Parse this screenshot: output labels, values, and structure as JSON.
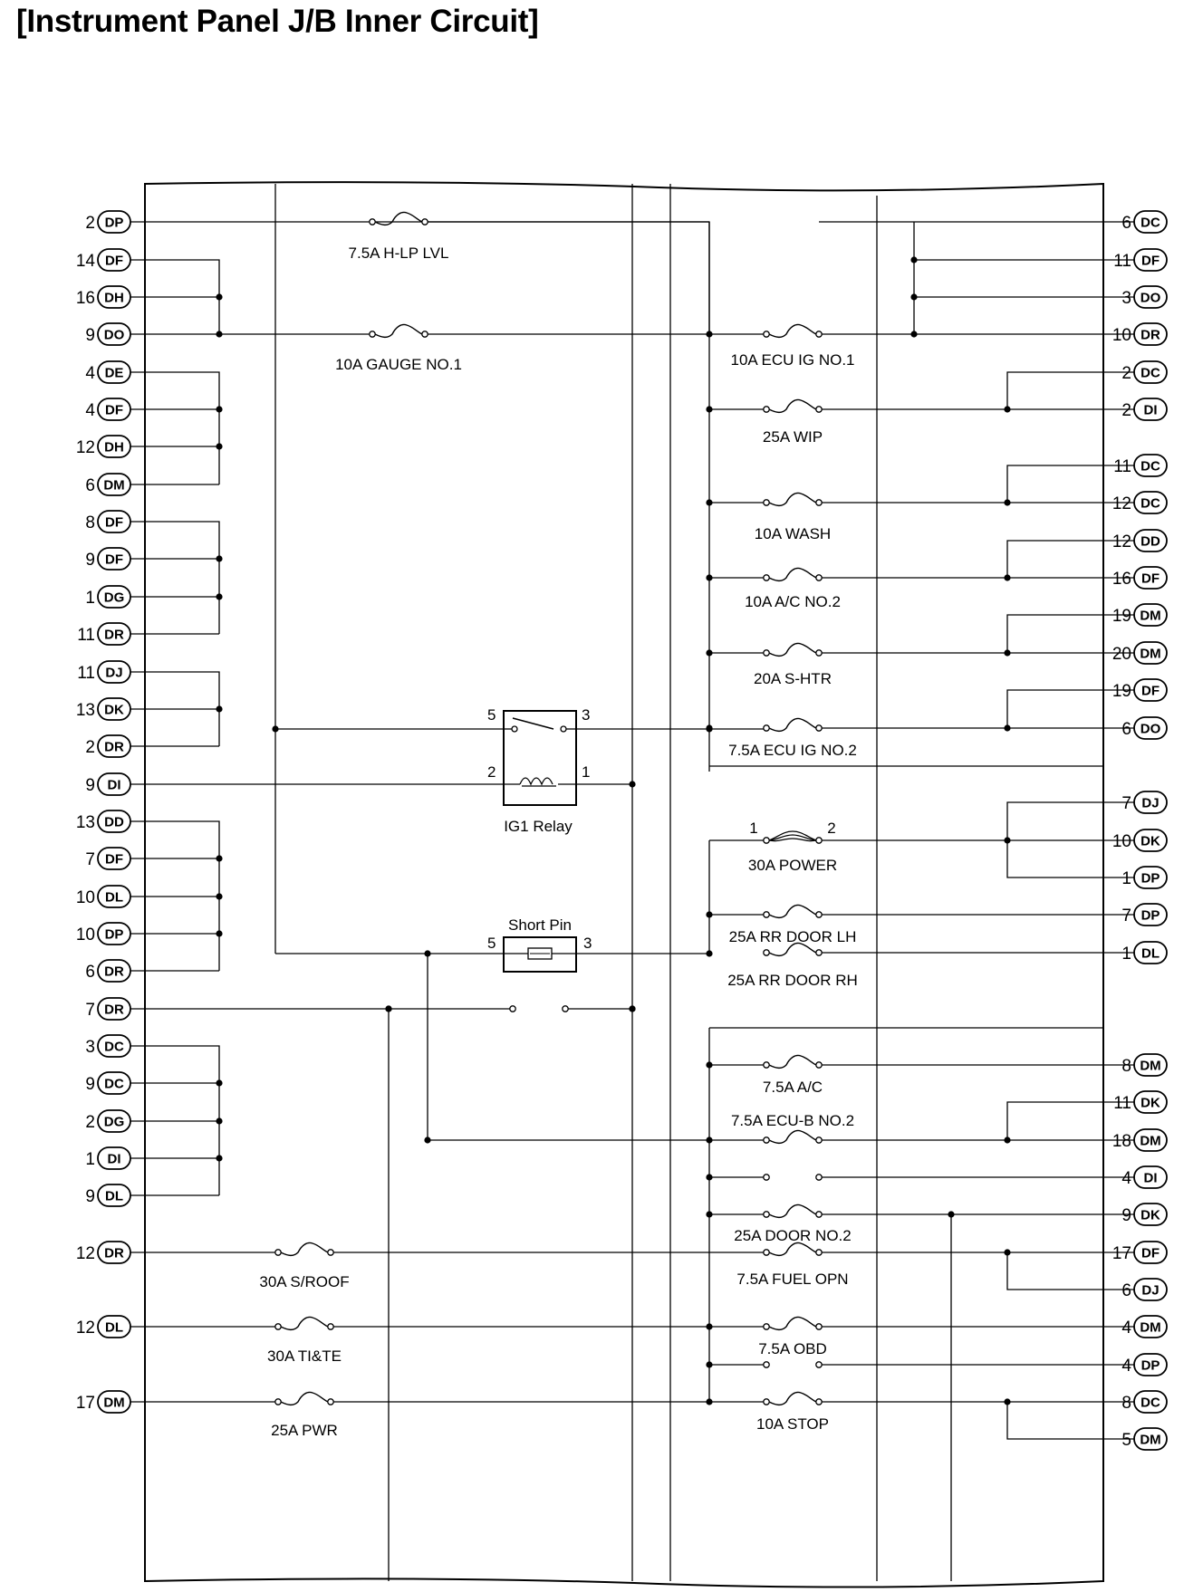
{
  "title": "[Instrument Panel J/B Inner Circuit]",
  "colors": {
    "line": "#000000",
    "background": "#ffffff"
  },
  "left_pins": [
    {
      "pin": "2",
      "conn": "DP"
    },
    {
      "pin": "14",
      "conn": "DF"
    },
    {
      "pin": "16",
      "conn": "DH"
    },
    {
      "pin": "9",
      "conn": "DO"
    },
    {
      "pin": "4",
      "conn": "DE"
    },
    {
      "pin": "4",
      "conn": "DF"
    },
    {
      "pin": "12",
      "conn": "DH"
    },
    {
      "pin": "6",
      "conn": "DM"
    },
    {
      "pin": "8",
      "conn": "DF"
    },
    {
      "pin": "9",
      "conn": "DF"
    },
    {
      "pin": "1",
      "conn": "DG"
    },
    {
      "pin": "11",
      "conn": "DR"
    },
    {
      "pin": "11",
      "conn": "DJ"
    },
    {
      "pin": "13",
      "conn": "DK"
    },
    {
      "pin": "2",
      "conn": "DR"
    },
    {
      "pin": "9",
      "conn": "DI"
    },
    {
      "pin": "13",
      "conn": "DD"
    },
    {
      "pin": "7",
      "conn": "DF"
    },
    {
      "pin": "10",
      "conn": "DL"
    },
    {
      "pin": "10",
      "conn": "DP"
    },
    {
      "pin": "6",
      "conn": "DR"
    },
    {
      "pin": "7",
      "conn": "DR"
    },
    {
      "pin": "3",
      "conn": "DC"
    },
    {
      "pin": "9",
      "conn": "DC"
    },
    {
      "pin": "2",
      "conn": "DG"
    },
    {
      "pin": "1",
      "conn": "DI"
    },
    {
      "pin": "9",
      "conn": "DL"
    },
    {
      "pin": "12",
      "conn": "DR"
    },
    {
      "pin": "12",
      "conn": "DL"
    },
    {
      "pin": "17",
      "conn": "DM"
    }
  ],
  "right_pins": [
    {
      "pin": "6",
      "conn": "DC"
    },
    {
      "pin": "11",
      "conn": "DF"
    },
    {
      "pin": "3",
      "conn": "DO"
    },
    {
      "pin": "10",
      "conn": "DR"
    },
    {
      "pin": "2",
      "conn": "DC"
    },
    {
      "pin": "2",
      "conn": "DI"
    },
    {
      "pin": "11",
      "conn": "DC"
    },
    {
      "pin": "12",
      "conn": "DC"
    },
    {
      "pin": "12",
      "conn": "DD"
    },
    {
      "pin": "16",
      "conn": "DF"
    },
    {
      "pin": "19",
      "conn": "DM"
    },
    {
      "pin": "20",
      "conn": "DM"
    },
    {
      "pin": "19",
      "conn": "DF"
    },
    {
      "pin": "6",
      "conn": "DO"
    },
    {
      "pin": "7",
      "conn": "DJ"
    },
    {
      "pin": "10",
      "conn": "DK"
    },
    {
      "pin": "1",
      "conn": "DP"
    },
    {
      "pin": "7",
      "conn": "DP"
    },
    {
      "pin": "1",
      "conn": "DL"
    },
    {
      "pin": "8",
      "conn": "DM"
    },
    {
      "pin": "11",
      "conn": "DK"
    },
    {
      "pin": "18",
      "conn": "DM"
    },
    {
      "pin": "4",
      "conn": "DI"
    },
    {
      "pin": "9",
      "conn": "DK"
    },
    {
      "pin": "17",
      "conn": "DF"
    },
    {
      "pin": "6",
      "conn": "DJ"
    },
    {
      "pin": "4",
      "conn": "DM"
    },
    {
      "pin": "4",
      "conn": "DP"
    },
    {
      "pin": "8",
      "conn": "DC"
    },
    {
      "pin": "5",
      "conn": "DM"
    }
  ],
  "fuses": [
    {
      "label": "7.5A H-LP LVL"
    },
    {
      "label": "10A GAUGE NO.1"
    },
    {
      "label": "30A S/ROOF"
    },
    {
      "label": "30A TI&TE"
    },
    {
      "label": "25A PWR"
    },
    {
      "label": "10A ECU IG NO.1"
    },
    {
      "label": "25A WIP"
    },
    {
      "label": "10A WASH"
    },
    {
      "label": "10A A/C NO.2"
    },
    {
      "label": "20A S-HTR"
    },
    {
      "label": "7.5A ECU IG NO.2"
    },
    {
      "label": "30A POWER"
    },
    {
      "label": "25A RR DOOR LH"
    },
    {
      "label": "25A RR DOOR RH"
    },
    {
      "label": "7.5A A/C"
    },
    {
      "label": "7.5A ECU-B NO.2"
    },
    {
      "label": "25A DOOR NO.2"
    },
    {
      "label": "7.5A FUEL OPN"
    },
    {
      "label": "7.5A OBD"
    },
    {
      "label": "10A STOP"
    }
  ],
  "relay": {
    "label": "IG1 Relay",
    "t5": "5",
    "t3": "3",
    "t2": "2",
    "t1": "1"
  },
  "short_pin": {
    "label": "Short Pin",
    "t5": "5",
    "t3": "3"
  },
  "power_fuse_terminals": {
    "t1": "1",
    "t2": "2"
  }
}
